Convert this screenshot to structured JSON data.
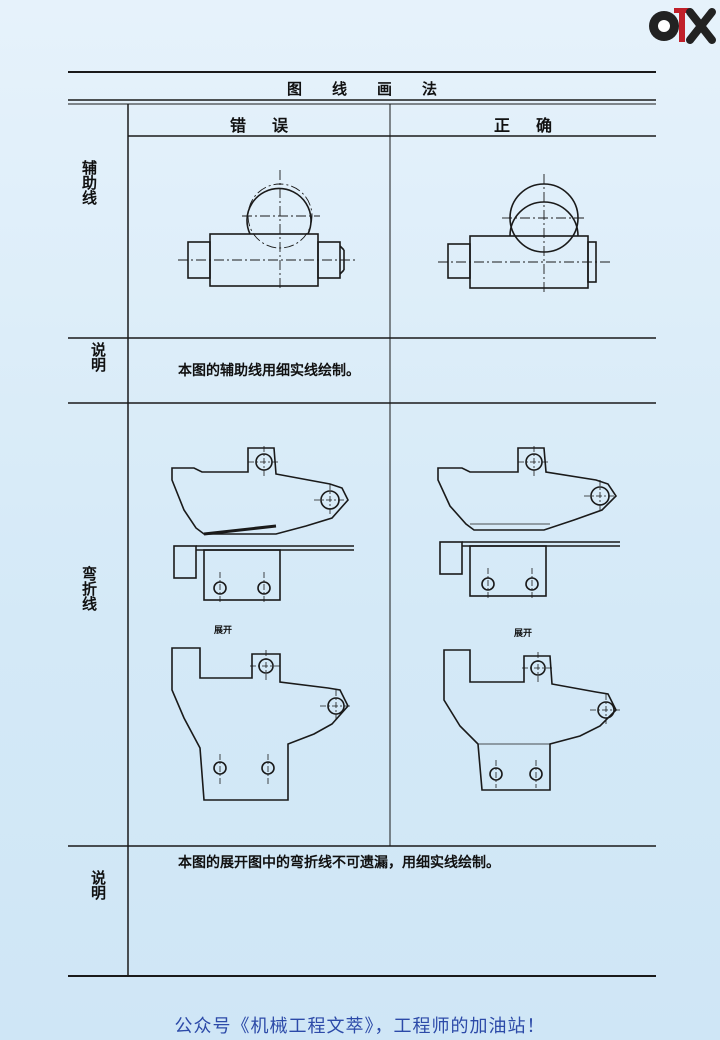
{
  "table": {
    "title": "图线画法",
    "col_wrong": "错误",
    "col_right": "正确",
    "rows": [
      {
        "label": "辅助线"
      },
      {
        "label": "说明",
        "note": "本图的辅助线用细实线绘制。"
      },
      {
        "label": "弯折线",
        "unfold_label": "展开"
      },
      {
        "label": "说明",
        "note": "本图的展开图中的弯折线不可遗漏，用细实线绘制。"
      }
    ]
  },
  "footer": {
    "text": "公众号《机械工程文萃》，工程师的加油站！"
  },
  "colors": {
    "line": "#1a1a1a",
    "footer": "#2c4aa8",
    "logo_red": "#c0202a"
  }
}
